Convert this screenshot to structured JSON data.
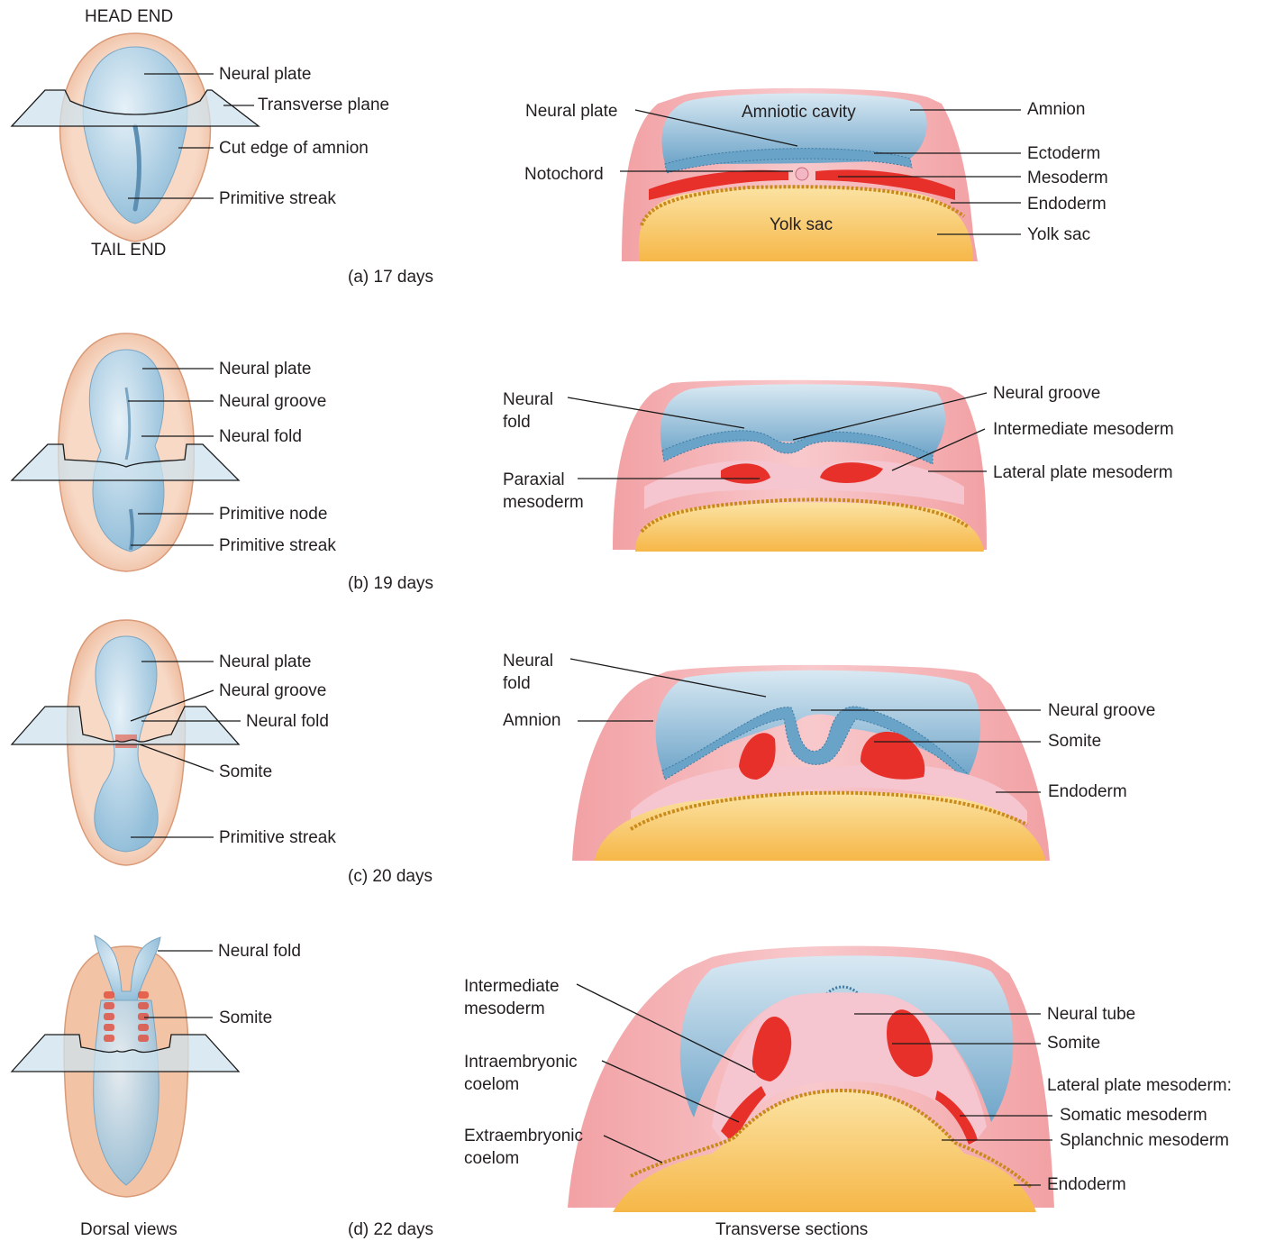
{
  "colors": {
    "ectoderm": "#6aa3c8",
    "neural_blue": "#b9d5e6",
    "amnion_pink": "#f0b6a6",
    "mesoderm_red": "#e8302a",
    "pink_tissue": "#f5c6cf",
    "yolk": "#f7c15a",
    "endoderm_dot": "#c98a1a",
    "plane": "#cfe3ee"
  },
  "dorsal": {
    "head_end": "HEAD END",
    "tail_end": "TAIL END",
    "a": {
      "neural_plate": "Neural plate",
      "transverse_plane": "Transverse plane",
      "cut_edge": "Cut edge of amnion",
      "primitive_streak": "Primitive streak",
      "caption": "(a) 17 days"
    },
    "b": {
      "neural_plate": "Neural plate",
      "neural_groove": "Neural groove",
      "neural_fold": "Neural fold",
      "primitive_node": "Primitive node",
      "primitive_streak": "Primitive streak",
      "caption": "(b) 19 days"
    },
    "c": {
      "neural_plate": "Neural plate",
      "neural_groove": "Neural groove",
      "neural_fold": "Neural fold",
      "somite": "Somite",
      "primitive_streak": "Primitive streak",
      "caption": "(c) 20 days"
    },
    "d": {
      "neural_fold": "Neural fold",
      "somite": "Somite",
      "caption": "(d) 22 days"
    },
    "footer": "Dorsal views"
  },
  "sections": {
    "a": {
      "neural_plate": "Neural plate",
      "amniotic_cavity": "Amniotic cavity",
      "amnion": "Amnion",
      "ectoderm": "Ectoderm",
      "notochord": "Notochord",
      "mesoderm": "Mesoderm",
      "endoderm": "Endoderm",
      "yolk_sac_inner": "Yolk sac",
      "yolk_sac": "Yolk sac"
    },
    "b": {
      "neural_fold": "Neural\nfold",
      "neural_groove": "Neural groove",
      "intermediate_mesoderm": "Intermediate mesoderm",
      "paraxial_mesoderm": "Paraxial\nmesoderm",
      "lateral_plate_mesoderm": "Lateral plate mesoderm"
    },
    "c": {
      "neural_fold": "Neural\nfold",
      "amnion": "Amnion",
      "neural_groove": "Neural groove",
      "somite": "Somite",
      "endoderm": "Endoderm"
    },
    "d": {
      "intermediate_mesoderm": "Intermediate\nmesoderm",
      "intraembryonic_coelom": "Intraembryonic\ncoelom",
      "extraembryonic_coelom": "Extraembryonic\ncoelom",
      "neural_tube": "Neural tube",
      "somite": "Somite",
      "lateral_plate_header": "Lateral plate mesoderm:",
      "somatic_mesoderm": "Somatic mesoderm",
      "splanchnic_mesoderm": "Splanchnic mesoderm",
      "endoderm": "Endoderm"
    },
    "footer": "Transverse sections"
  }
}
